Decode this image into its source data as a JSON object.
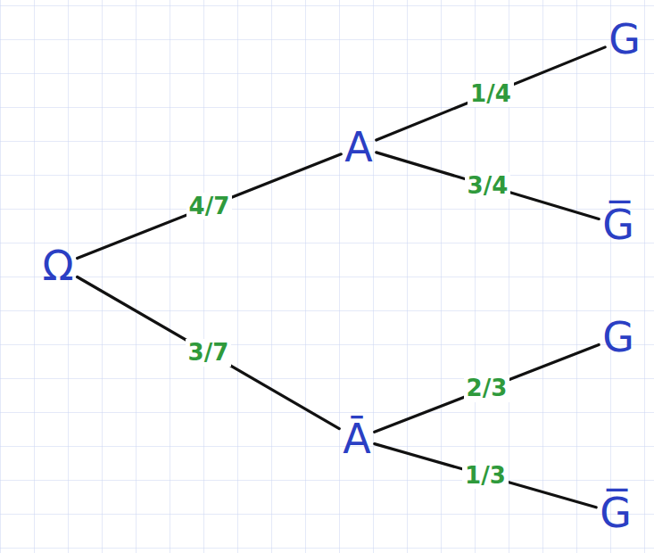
{
  "diagram": {
    "nodes": [
      {
        "text": [
          "Ω"
        ]
      },
      {
        "text": [
          "A"
        ]
      },
      {
        "text": [
          "Ā"
        ]
      },
      {
        "text": [
          "G"
        ]
      },
      {
        "text": [
          "G̅"
        ]
      },
      {
        "text": [
          "G"
        ]
      },
      {
        "text": [
          "G̅"
        ]
      }
    ],
    "edges": [
      {
        "from": 0,
        "to": 1,
        "label": "4/7",
        "arrow": "none"
      },
      {
        "from": 0,
        "to": 2,
        "label": "3/7",
        "arrow": "none"
      },
      {
        "from": 1,
        "to": 3,
        "label": "1/4",
        "arrow": "none"
      },
      {
        "from": 1,
        "to": 4,
        "label": "3/4",
        "arrow": "none"
      },
      {
        "from": 2,
        "to": 5,
        "label": "2/3",
        "arrow": "none"
      },
      {
        "from": 2,
        "to": 6,
        "label": "1/3",
        "arrow": "none"
      }
    ]
  }
}
